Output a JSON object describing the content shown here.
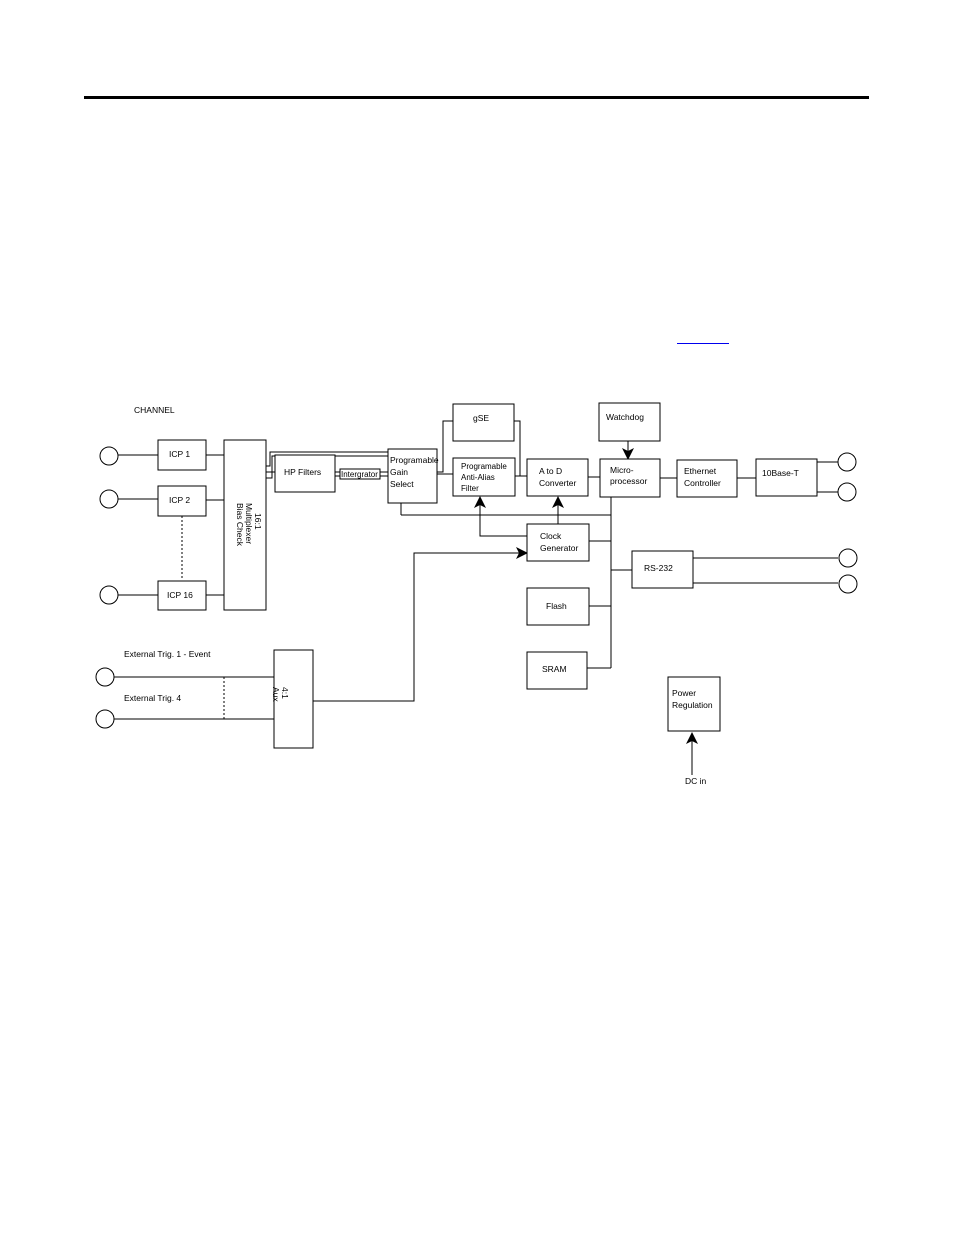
{
  "diagram": {
    "channel_label": "CHANNEL",
    "icp1": "ICP 1",
    "icp2": "ICP 2",
    "icp16": "ICP 16",
    "mux": [
      "16:1",
      "Multiplexer",
      "Bias Check"
    ],
    "hp_filters": "HP Filters",
    "integrator": "Intergrator",
    "pga": [
      "Programable",
      "Gain",
      "Select"
    ],
    "gse": "gSE",
    "aa_filter": [
      "Programable",
      "Anti-Alias",
      "Filter"
    ],
    "adc": [
      "A to D",
      "Converter"
    ],
    "watchdog": "Watchdog",
    "micro": [
      "Micro-",
      "processor"
    ],
    "ethernet": [
      "Ethernet",
      "Controller"
    ],
    "tenbase": "10Base-T",
    "clock": [
      "Clock",
      "Generator"
    ],
    "rs232": "RS-232",
    "flash": "Flash",
    "sram": "SRAM",
    "power": [
      "Power",
      "Regulation"
    ],
    "dc_in": "DC in",
    "ext_trig1": "External Trig. 1 - Event",
    "ext_trig4": "External Trig. 4",
    "aux": [
      "4:1",
      "Aux"
    ]
  }
}
